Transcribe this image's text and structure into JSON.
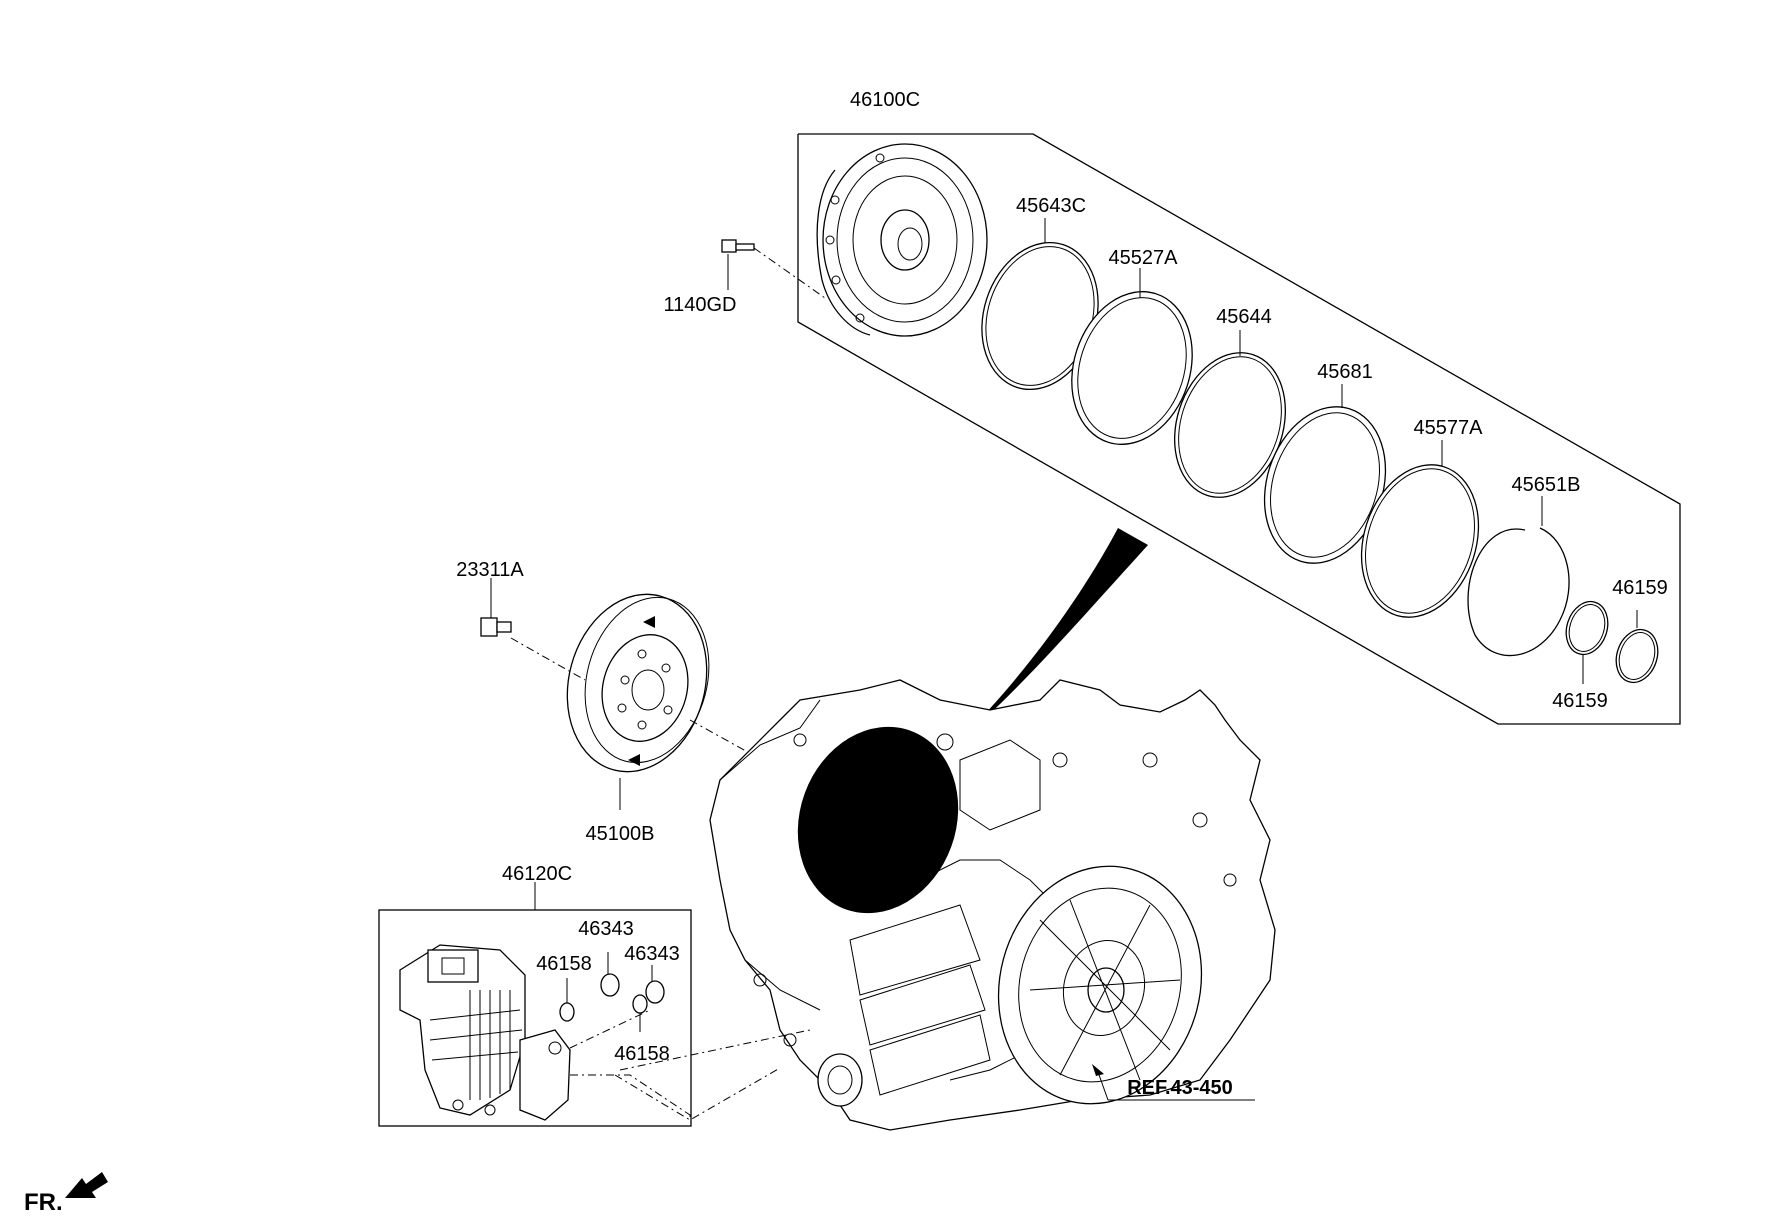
{
  "parts": [
    {
      "id": "p-46100C",
      "label": "46100C"
    },
    {
      "id": "p-1140GD",
      "label": "1140GD"
    },
    {
      "id": "p-45643C",
      "label": "45643C"
    },
    {
      "id": "p-45527A",
      "label": "45527A"
    },
    {
      "id": "p-45644",
      "label": "45644"
    },
    {
      "id": "p-45681",
      "label": "45681"
    },
    {
      "id": "p-45577A",
      "label": "45577A"
    },
    {
      "id": "p-45651B",
      "label": "45651B"
    },
    {
      "id": "p-46159a",
      "label": "46159"
    },
    {
      "id": "p-46159b",
      "label": "46159"
    },
    {
      "id": "p-23311A",
      "label": "23311A"
    },
    {
      "id": "p-45100B",
      "label": "45100B"
    },
    {
      "id": "p-46120C",
      "label": "46120C"
    },
    {
      "id": "p-46343a",
      "label": "46343"
    },
    {
      "id": "p-46343b",
      "label": "46343"
    },
    {
      "id": "p-46158a",
      "label": "46158"
    },
    {
      "id": "p-46158b",
      "label": "46158"
    }
  ],
  "reference": {
    "label": "REF.43-450"
  },
  "direction": {
    "label": "FR."
  }
}
